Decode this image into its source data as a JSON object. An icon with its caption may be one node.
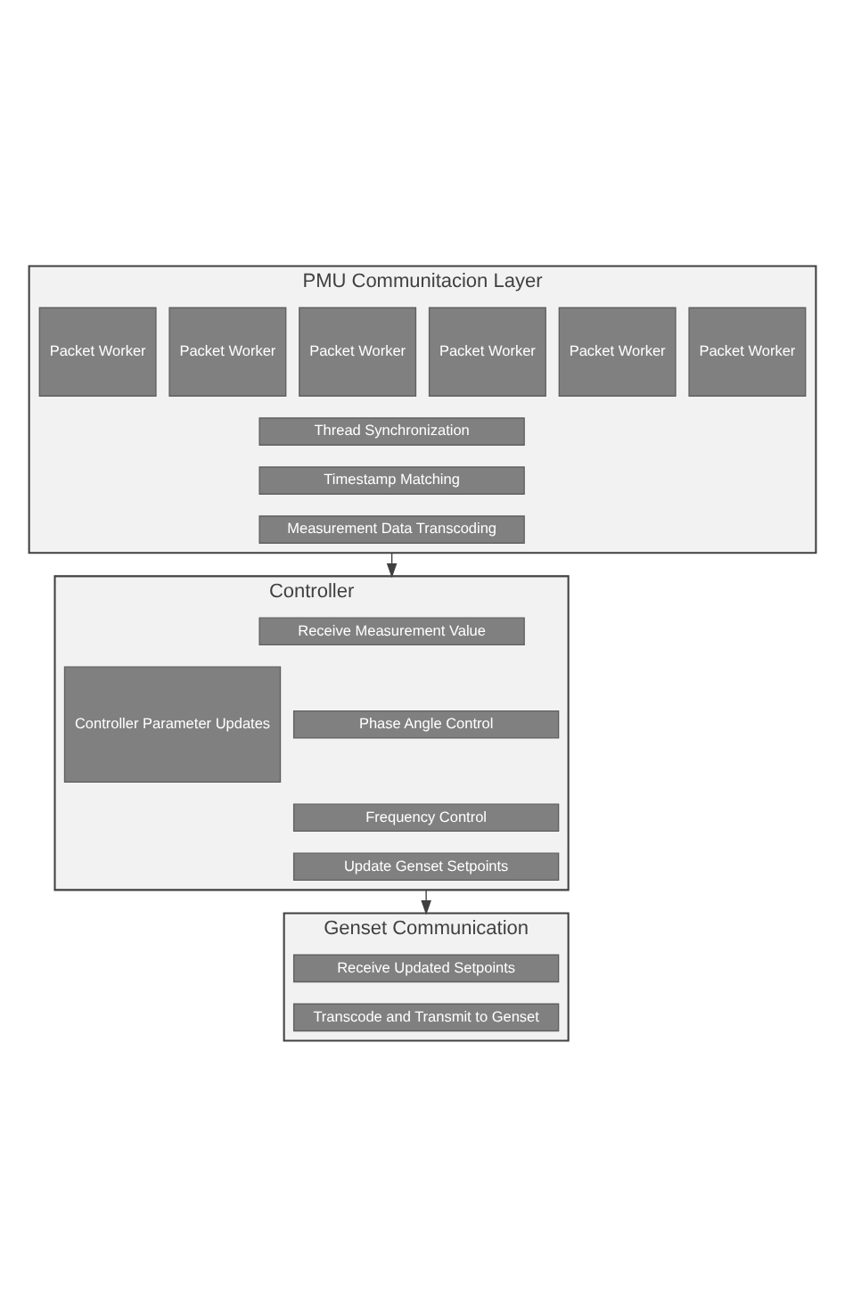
{
  "diagram": {
    "nodes": [
      {
        "text": [
          "PMU Communitacion Layer"
        ]
      },
      {
        "text": [
          "Packet Worker"
        ],
        "in": 0
      },
      {
        "text": [
          "Packet Worker"
        ],
        "in": 0
      },
      {
        "text": [
          "Packet Worker"
        ],
        "in": 0
      },
      {
        "text": [
          "Packet Worker"
        ],
        "in": 0
      },
      {
        "text": [
          "Packet Worker"
        ],
        "in": 0
      },
      {
        "text": [
          "Packet Worker"
        ],
        "in": 0
      },
      {
        "text": [
          "Thread Synchronization"
        ],
        "in": 0
      },
      {
        "text": [
          "Timestamp Matching"
        ],
        "in": 0
      },
      {
        "text": [
          "Measurement Data Transcoding"
        ],
        "in": 0
      },
      {
        "text": [
          "Controller"
        ]
      },
      {
        "text": [
          "Controller Parameter Updates"
        ],
        "in": 10
      },
      {
        "text": [
          "Receive Measurement Value"
        ],
        "in": 10
      },
      {
        "text": [
          "Phase Angle Control"
        ],
        "in": 10
      },
      {
        "text": [
          "Frequency Control"
        ],
        "in": 10
      },
      {
        "text": [
          "Update Genset Setpoints"
        ],
        "in": 10
      },
      {
        "text": [
          "Genset Communication"
        ]
      },
      {
        "text": [
          "Receive Updated Setpoints"
        ],
        "in": 16
      },
      {
        "text": [
          "Transcode and Transmit to Genset"
        ],
        "in": 16
      }
    ],
    "edges": [
      {
        "from": 0,
        "to": 10,
        "arrow": "to"
      },
      {
        "from": 10,
        "to": 16,
        "arrow": "to"
      }
    ]
  }
}
